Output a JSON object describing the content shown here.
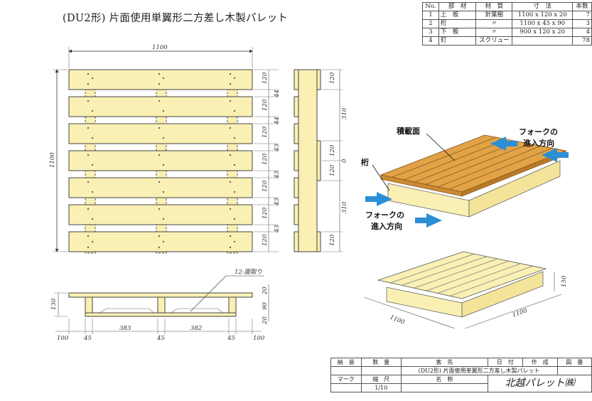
{
  "title": "(DU2形) 片面使用単翼形二方差し木製パレット",
  "bom": {
    "headers": [
      "No.",
      "部　材",
      "材　質",
      "寸　法",
      "本数"
    ],
    "rows": [
      [
        "1",
        "上　板",
        "針葉樹",
        "1100 x 120 x 20",
        "7"
      ],
      [
        "2",
        "桁",
        "〃",
        "1100 x 45 x 90",
        "3"
      ],
      [
        "3",
        "下　板",
        "〃",
        "900 x 120 x 20",
        "4"
      ],
      [
        "4",
        "釘",
        "スクリュー",
        "",
        "78"
      ]
    ]
  },
  "top_view": {
    "width_dim": "1100",
    "height_dim": "1100",
    "right_dims": [
      "120",
      "44",
      "120",
      "44",
      "120",
      "43",
      "120",
      "43",
      "120",
      "43",
      "120",
      "43",
      "120"
    ]
  },
  "side_view": {
    "dims": [
      "120",
      "310",
      "120",
      "0",
      "120",
      "310",
      "120"
    ]
  },
  "front_view": {
    "callout": "12-面取り",
    "left_dim": "130",
    "right_dims": [
      "20",
      "90",
      "20"
    ],
    "bottom_dims": [
      "100",
      "45",
      "383",
      "45",
      "382",
      "45",
      "100"
    ]
  },
  "iso_labels": {
    "deck": "積載面",
    "stringer": "桁",
    "fork_top_1": "フォークの",
    "fork_top_2": "進入方向",
    "fork_bottom_1": "フォークの",
    "fork_bottom_2": "進入方向"
  },
  "iso_dims": {
    "left": "1100",
    "right": "1100",
    "height": "130"
  },
  "title_block": {
    "h_jutou": "納　装",
    "h_suryo": "数　量",
    "h_yosaki": "客　先",
    "h_hiduke": "日　付",
    "h_sakusei": "作　成",
    "h_zuban": "図　番",
    "h_mark": "マーク",
    "h_shukushaku": "縮　尺",
    "h_meisho": "名　称",
    "name": "(DU2形)  片面使用単翼形二方差し木製パレット",
    "scale": "1/10",
    "company": "北越パレット㈱"
  },
  "colors": {
    "wood": "#faf0b4",
    "deck_orange": "#e2a347",
    "arrow_blue": "#2b8fd6"
  }
}
